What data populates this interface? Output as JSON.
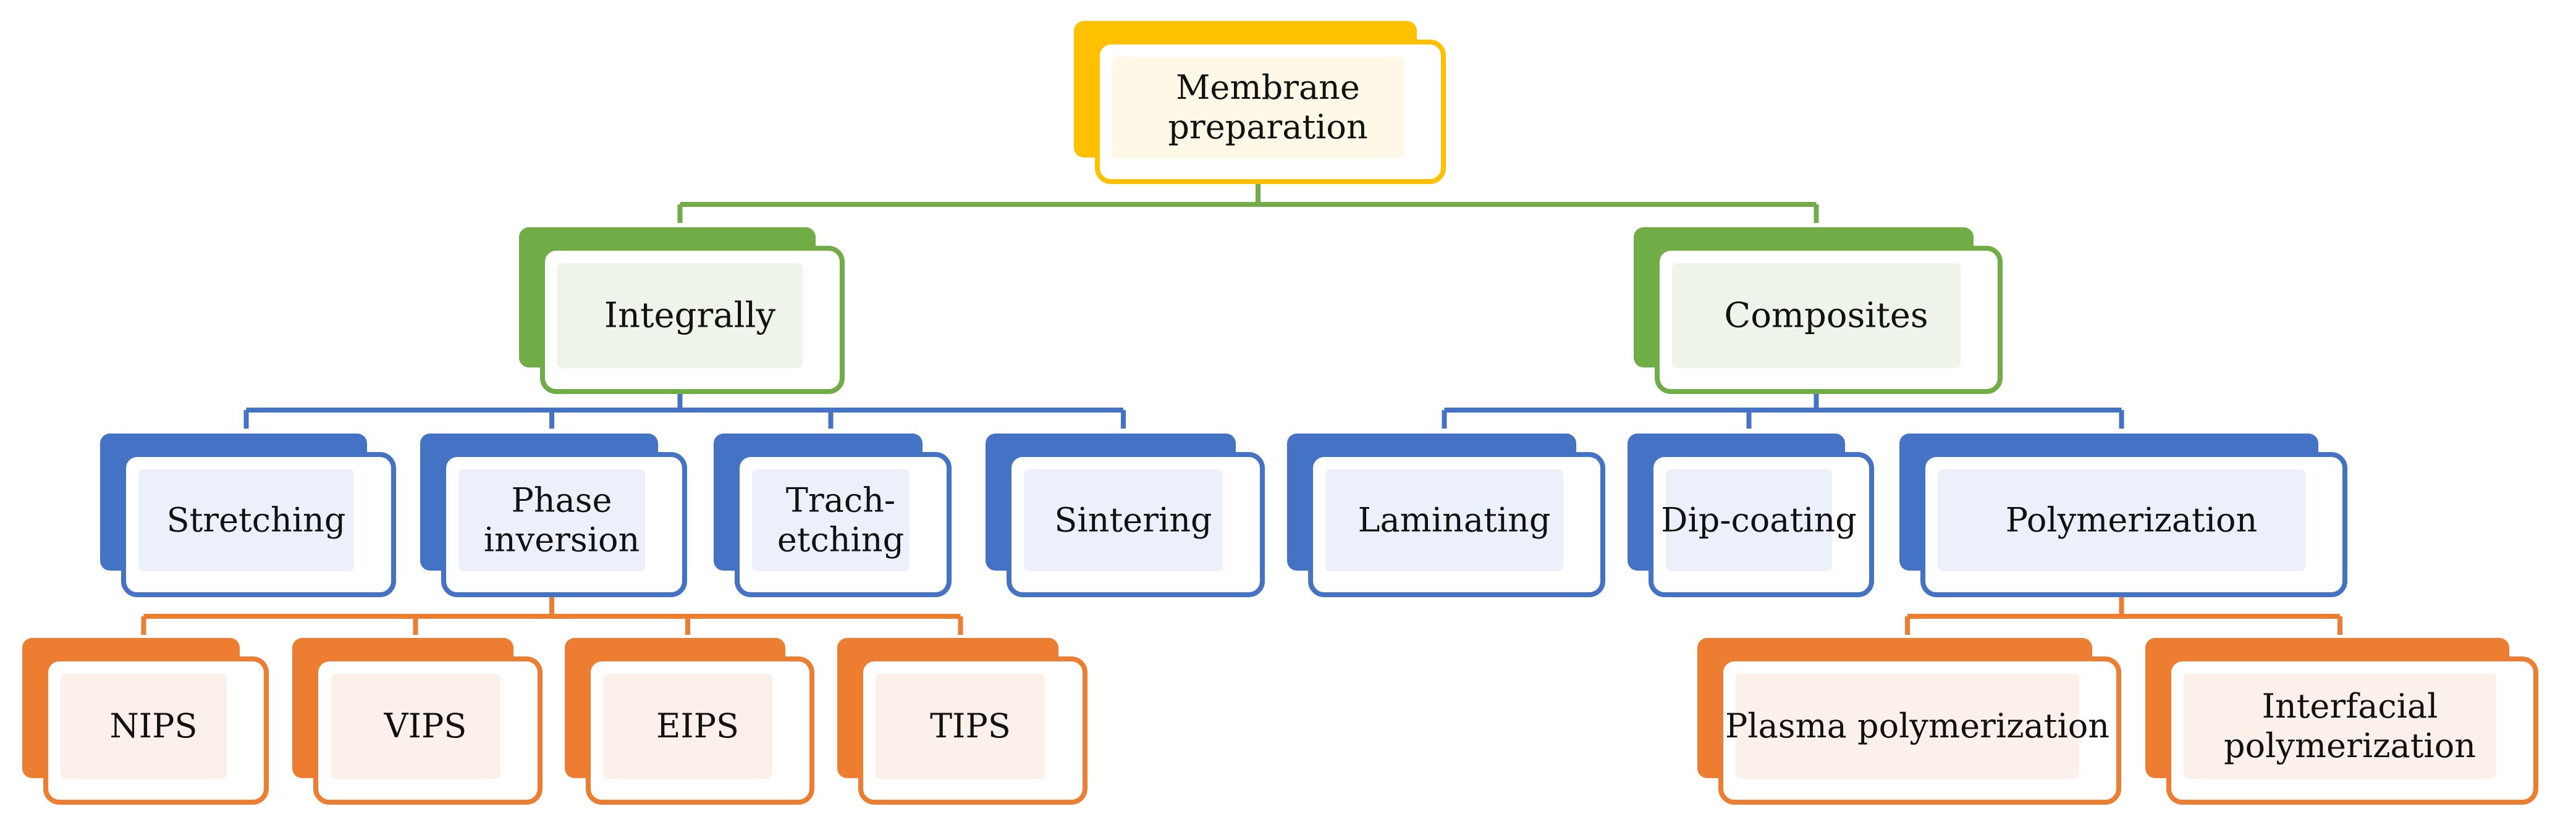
{
  "colors": {
    "root": "#FFC000",
    "level1": "#70AD47",
    "level2": "#4472C4",
    "level3": "#ED7D31",
    "root_fill": "#FFF8E6",
    "level1_fill": "#EEF4EA",
    "level2_fill": "#EBF0FA",
    "level3_fill": "#FCF0EA"
  },
  "root": {
    "label_lines": [
      "Membrane",
      "preparation"
    ]
  },
  "level1": [
    {
      "label_lines": [
        "Integrally"
      ]
    },
    {
      "label_lines": [
        "Composites"
      ]
    }
  ],
  "level2": [
    {
      "label_lines": [
        "Stretching"
      ]
    },
    {
      "label_lines": [
        "Phase",
        "inversion"
      ]
    },
    {
      "label_lines": [
        "Trach-",
        "etching"
      ]
    },
    {
      "label_lines": [
        "Sintering"
      ]
    },
    {
      "label_lines": [
        "Laminating"
      ]
    },
    {
      "label_lines": [
        "Dip-coating"
      ]
    },
    {
      "label_lines": [
        "Polymerization"
      ]
    }
  ],
  "level3": [
    {
      "label_lines": [
        "NIPS"
      ]
    },
    {
      "label_lines": [
        "VIPS"
      ]
    },
    {
      "label_lines": [
        "EIPS"
      ]
    },
    {
      "label_lines": [
        "TIPS"
      ]
    },
    {
      "label_lines": [
        "Plasma polymerization"
      ]
    },
    {
      "label_lines": [
        "Interfacial",
        "polymerization"
      ]
    }
  ]
}
